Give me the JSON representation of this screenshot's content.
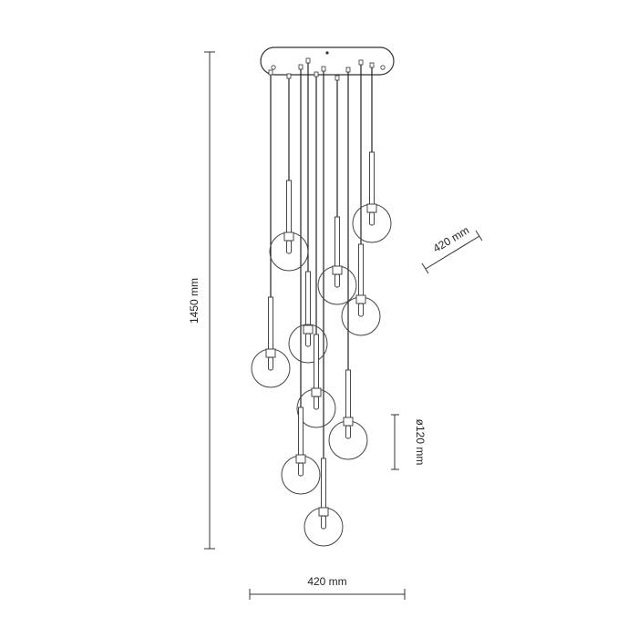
{
  "dimensions": {
    "height_label": "1450 mm",
    "width_label": "420 mm",
    "depth_label": "420 mm",
    "globe_label": "ø120 mm"
  },
  "product": {
    "globe_count": 10
  }
}
